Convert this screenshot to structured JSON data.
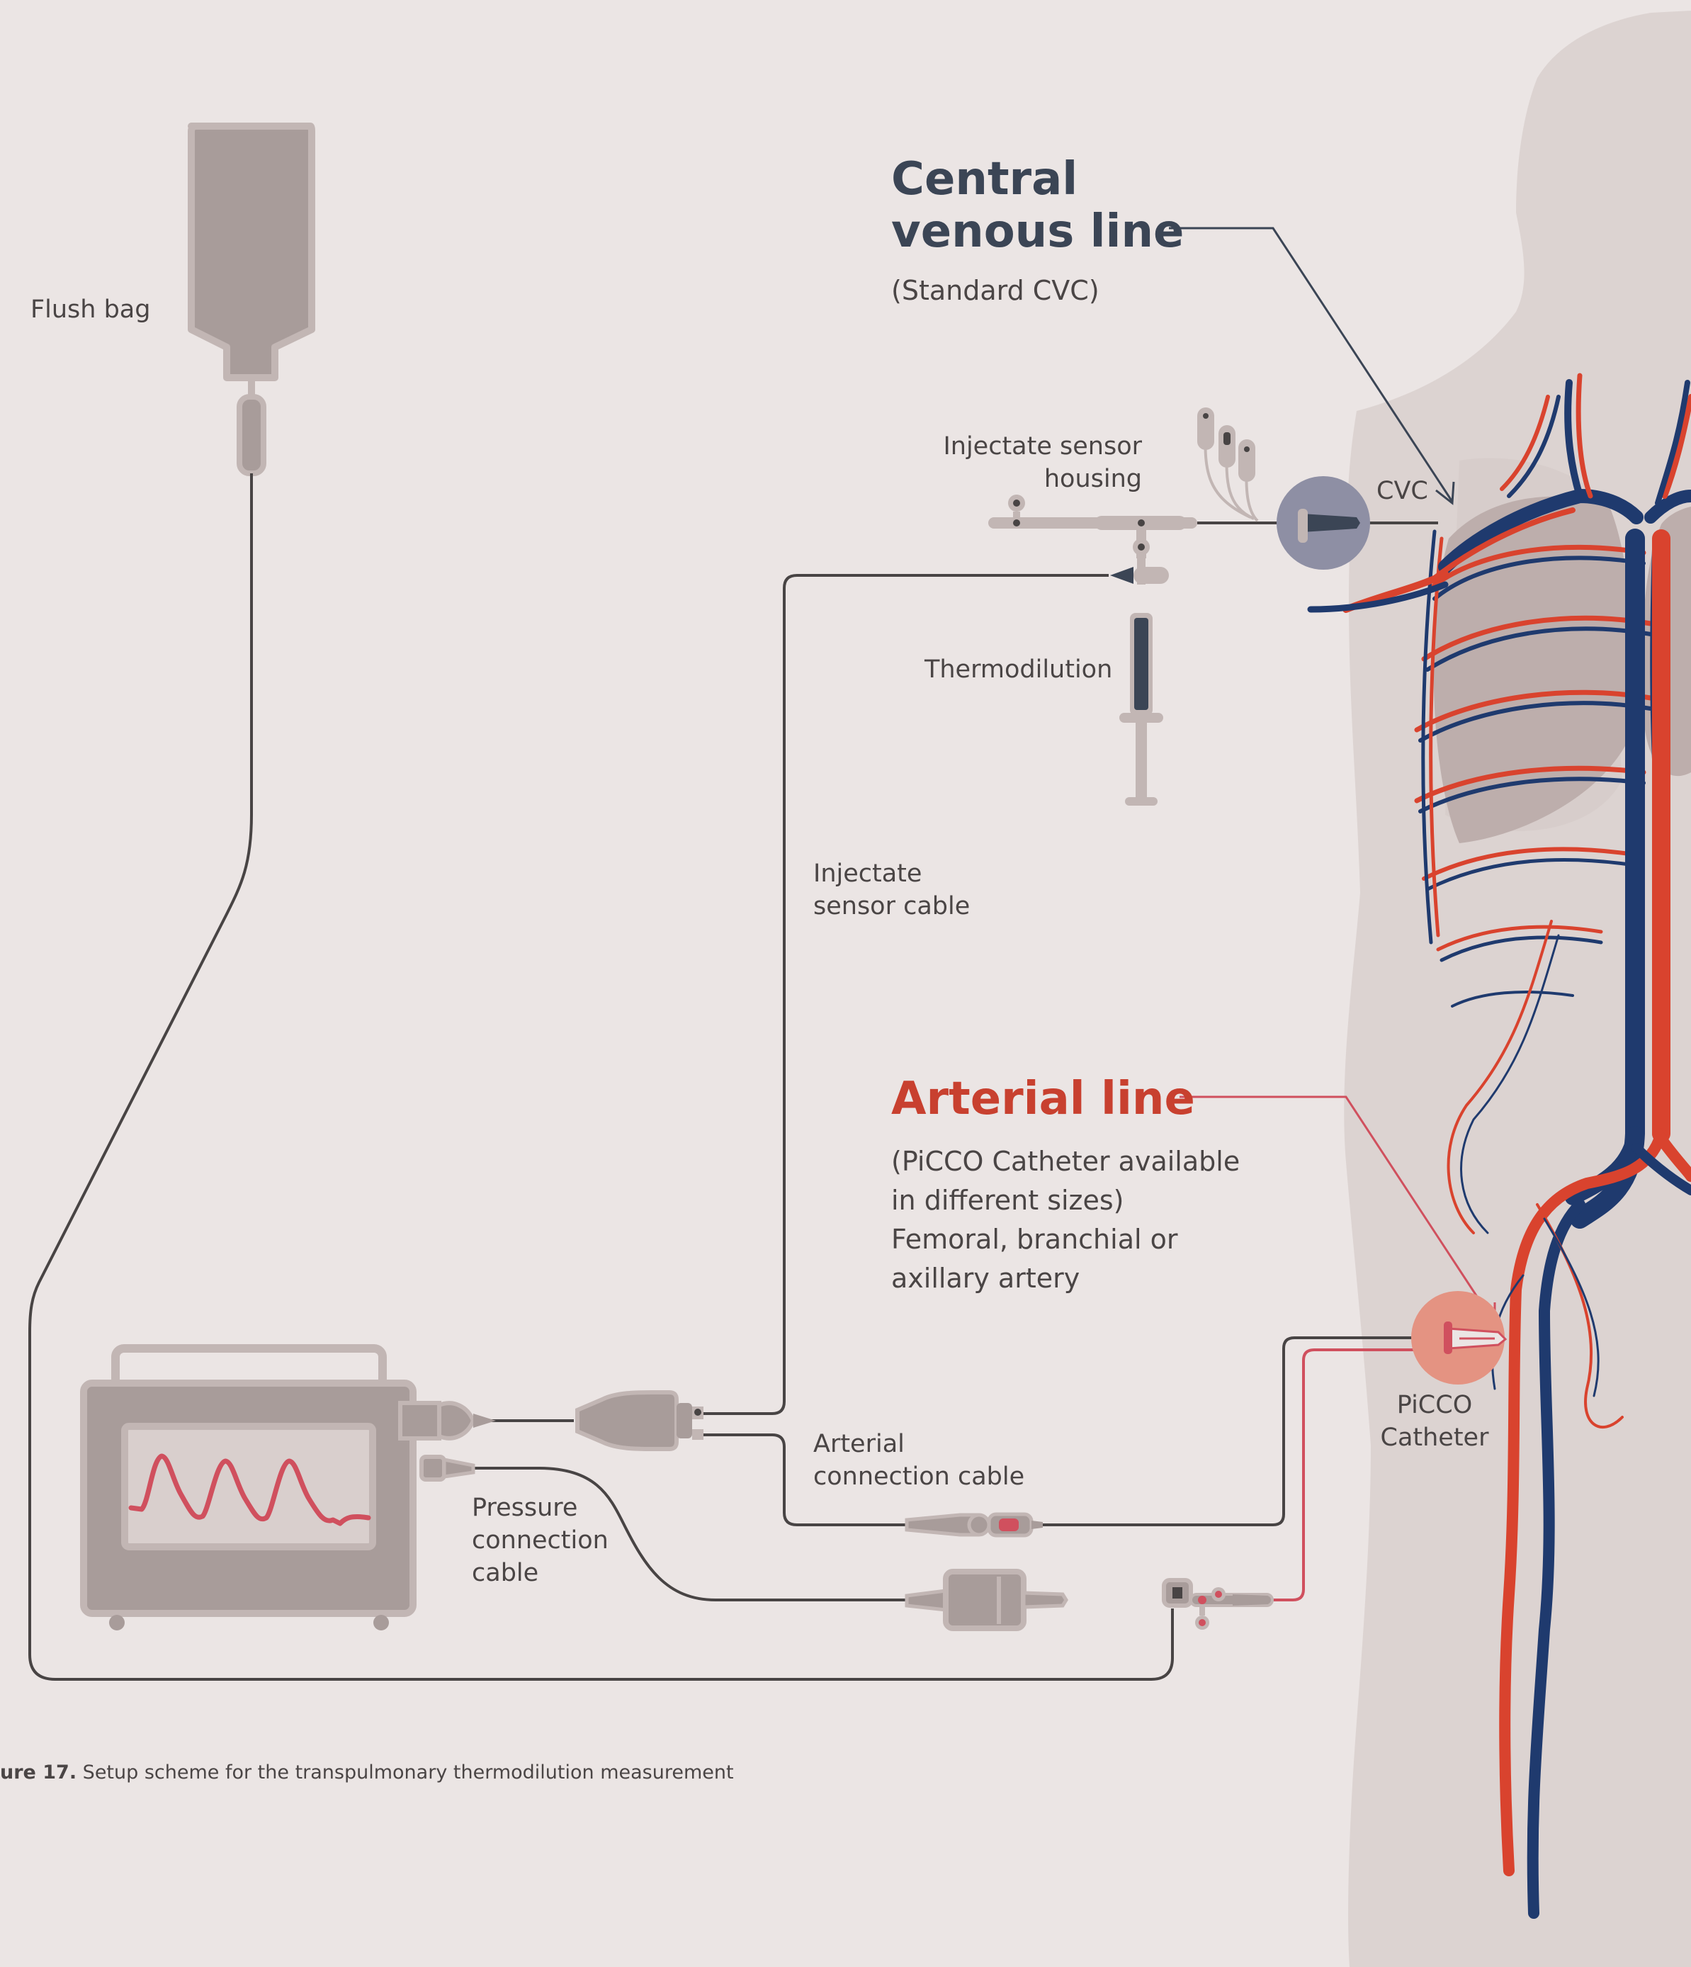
{
  "labels": {
    "flush_bag": "Flush bag",
    "central_venous_line_1": "Central",
    "central_venous_line_2": "venous line",
    "standard_cvc": "(Standard CVC)",
    "injectate_sensor_housing_1": "Injectate sensor",
    "injectate_sensor_housing_2": "housing",
    "cvc": "CVC",
    "thermodilution": "Thermodilution",
    "injectate_sensor_cable_1": "Injectate",
    "injectate_sensor_cable_2": "sensor cable",
    "arterial_line": "Arterial line",
    "arterial_desc_1": "(PiCCO Catheter available",
    "arterial_desc_2": "in different sizes)",
    "arterial_desc_3": "Femoral, branchial or",
    "arterial_desc_4": "axillary artery",
    "picco_catheter_1": "PiCCO",
    "picco_catheter_2": "Catheter",
    "arterial_connection_cable_1": "Arterial",
    "arterial_connection_cable_2": "connection cable",
    "pressure_connection_cable_1": "Pressure",
    "pressure_connection_cable_2": "connection",
    "pressure_connection_cable_3": "cable"
  },
  "caption": {
    "prefix": "ure 17.",
    "text": " Setup scheme for the transpulmonary thermodilution measurement"
  },
  "colors": {
    "background": "#ebe5e4",
    "device": "#a89c9a",
    "device_light": "#c2b6b4",
    "cable": "#484444",
    "vein": "#1f3a6e",
    "artery": "#d9432e",
    "arterial_accent": "#d0505e",
    "cvc_circle": "#8e8fa4",
    "picco_circle": "#e49382",
    "body_silhouette": "#dcd3d1"
  }
}
